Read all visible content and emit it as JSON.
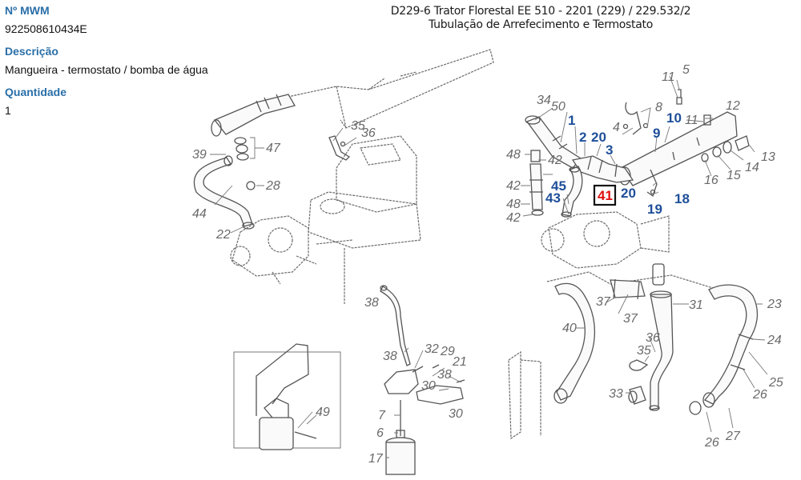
{
  "info": {
    "part_number_label": "Nº MWM",
    "part_number": "922508610434E",
    "description_label": "Descrição",
    "description": "Mangueira - termostato / bomba de água",
    "quantity_label": "Quantidade",
    "quantity": "1"
  },
  "header": {
    "line1": "D229-6 Trator Florestal EE 510 - 2201 (229)  /  229.532/2",
    "line2": "Tubulação de Arrefecimento e Termostato"
  },
  "colors": {
    "label_blue": "#2a6fa8",
    "callout_gray": "#6a6a6a",
    "callout_blue": "#1f4f99",
    "highlight_red": "#e01010"
  },
  "highlighted_part": "41",
  "callouts": [
    {
      "id": "39",
      "style": "gray"
    },
    {
      "id": "47",
      "style": "gray"
    },
    {
      "id": "28",
      "style": "gray"
    },
    {
      "id": "44",
      "style": "gray"
    },
    {
      "id": "22",
      "style": "gray"
    },
    {
      "id": "35a",
      "text": "35",
      "style": "gray"
    },
    {
      "id": "36a",
      "text": "36",
      "style": "gray"
    },
    {
      "id": "34",
      "style": "gray"
    },
    {
      "id": "50",
      "style": "gray"
    },
    {
      "id": "1",
      "style": "blue"
    },
    {
      "id": "2",
      "style": "blue"
    },
    {
      "id": "20a",
      "text": "20",
      "style": "blue"
    },
    {
      "id": "3",
      "style": "blue"
    },
    {
      "id": "4",
      "style": "gray"
    },
    {
      "id": "8",
      "style": "gray"
    },
    {
      "id": "9",
      "style": "blue"
    },
    {
      "id": "10",
      "style": "blue"
    },
    {
      "id": "11a",
      "text": "11",
      "style": "gray"
    },
    {
      "id": "5",
      "style": "gray"
    },
    {
      "id": "11b",
      "text": "11",
      "style": "gray"
    },
    {
      "id": "12",
      "style": "gray"
    },
    {
      "id": "13",
      "style": "gray"
    },
    {
      "id": "14",
      "style": "gray"
    },
    {
      "id": "15",
      "style": "gray"
    },
    {
      "id": "16",
      "style": "gray"
    },
    {
      "id": "18",
      "style": "blue"
    },
    {
      "id": "19",
      "style": "blue"
    },
    {
      "id": "20b",
      "text": "20",
      "style": "blue"
    },
    {
      "id": "41",
      "style": "red"
    },
    {
      "id": "48a",
      "text": "48",
      "style": "gray"
    },
    {
      "id": "42a",
      "text": "42",
      "style": "gray"
    },
    {
      "id": "46",
      "style": "gray"
    },
    {
      "id": "42b",
      "text": "42",
      "style": "gray"
    },
    {
      "id": "45",
      "style": "blue"
    },
    {
      "id": "43",
      "style": "blue"
    },
    {
      "id": "48b",
      "text": "48",
      "style": "gray"
    },
    {
      "id": "42c",
      "text": "42",
      "style": "gray"
    },
    {
      "id": "38a",
      "text": "38",
      "style": "gray"
    },
    {
      "id": "38b",
      "text": "38",
      "style": "gray"
    },
    {
      "id": "32",
      "style": "gray"
    },
    {
      "id": "29",
      "style": "gray"
    },
    {
      "id": "21",
      "style": "gray"
    },
    {
      "id": "38c",
      "text": "38",
      "style": "gray"
    },
    {
      "id": "30a",
      "text": "30",
      "style": "gray"
    },
    {
      "id": "30b",
      "text": "30",
      "style": "gray"
    },
    {
      "id": "7",
      "style": "gray"
    },
    {
      "id": "6",
      "style": "gray"
    },
    {
      "id": "17",
      "style": "gray"
    },
    {
      "id": "49",
      "style": "gray"
    },
    {
      "id": "37a",
      "text": "37",
      "style": "gray"
    },
    {
      "id": "37b",
      "text": "37",
      "style": "gray"
    },
    {
      "id": "31",
      "style": "gray"
    },
    {
      "id": "40",
      "style": "gray"
    },
    {
      "id": "36b",
      "text": "36",
      "style": "gray"
    },
    {
      "id": "35b",
      "text": "35",
      "style": "gray"
    },
    {
      "id": "33",
      "style": "gray"
    },
    {
      "id": "23",
      "style": "gray"
    },
    {
      "id": "24",
      "style": "gray"
    },
    {
      "id": "25",
      "style": "gray"
    },
    {
      "id": "26a",
      "text": "26",
      "style": "gray"
    },
    {
      "id": "26b",
      "text": "26",
      "style": "gray"
    },
    {
      "id": "27",
      "style": "gray"
    }
  ]
}
